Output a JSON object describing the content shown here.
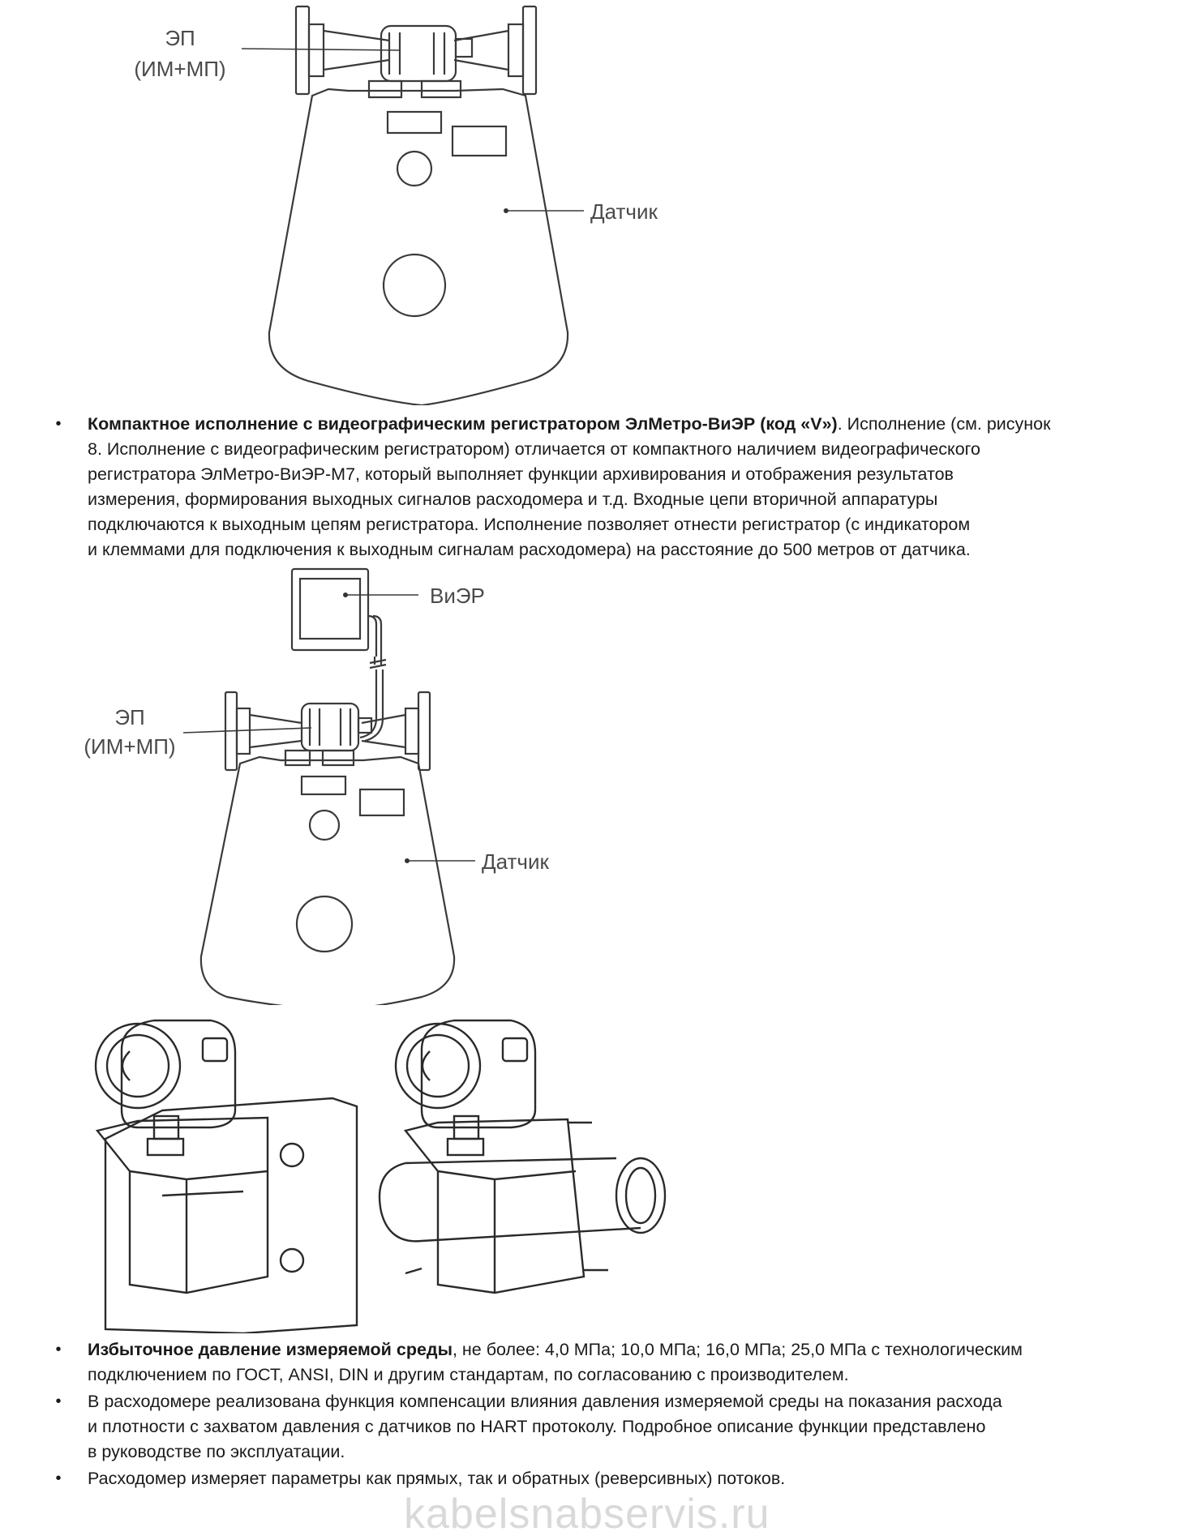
{
  "figure1": {
    "label_ep": "ЭП",
    "label_ep_sub": "(ИМ+МП)",
    "label_sensor": "Датчик"
  },
  "bullet1": {
    "bold": "Компактное исполнение с видеографическим регистратором ЭлМетро-ВиЭР (код «V»)",
    "line1_rest": ". Исполнение (см. рисунок",
    "line2": "8. Исполнение с видеографическим регистратором) отличается от компактного наличием видеографического",
    "line3": "регистратора ЭлМетро-ВиЭР-М7, который выполняет функции архивирования и отображения результатов",
    "line4": "измерения, формирования выходных сигналов расходомера и т.д. Входные цепи вторичной аппаратуры",
    "line5": "подключаются к выходным цепям регистратора. Исполнение позволяет отнести регистратор (с индикатором",
    "line6": "и клеммами для подключения к выходным сигналам расходомера) на расстояние до 500 метров от датчика."
  },
  "figure2": {
    "label_vier": "ВиЭР",
    "label_ep": "ЭП",
    "label_ep_sub": "(ИМ+МП)",
    "label_sensor": "Датчик"
  },
  "bullets": [
    {
      "bold": "Избыточное давление измеряемой среды",
      "lines": [
        ", не более: 4,0 МПа; 10,0 МПа; 16,0 МПа; 25,0 МПа с технологическим",
        "подключением по ГОСТ, ANSI, DIN и другим стандартам, по согласованию с производителем."
      ]
    },
    {
      "bold": "",
      "lines": [
        "В расходомере реализована функция компенсации влияния давления измеряемой среды на показания расхода",
        "и плотности с захватом давления с датчиков по HART протоколу. Подробное описание функции представлено",
        "в руководстве по эксплуатации."
      ]
    },
    {
      "bold": "",
      "lines": [
        "Расходомер измеряет параметры как прямых, так и обратных (реверсивных) потоков."
      ]
    }
  ],
  "bullet_symbol": "•",
  "watermark": "kabelsnabservis.ru"
}
